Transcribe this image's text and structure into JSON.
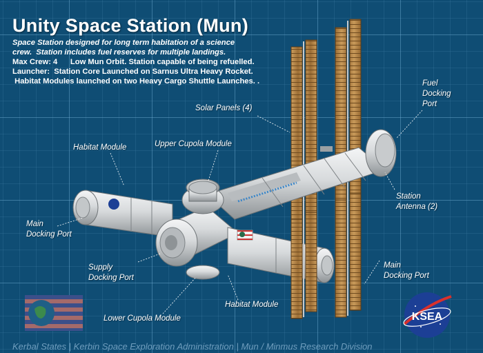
{
  "title": "Unity Space Station (Mun)",
  "description": {
    "line1": "Space Station designed for long term habitation of a science",
    "line2": "crew.  Station includes fuel reserves for multiple landings.",
    "line3": "Max Crew: 4      Low Mun Orbit. Station capable of being refuelled.",
    "line4": "Launcher:  Station Core Launched on Sarnus Ultra Heavy Rocket.",
    "line5": " Habitat Modules launched on two Heavy Cargo Shuttle Launches. ."
  },
  "labels": {
    "solar_panels": "Solar Panels (4)",
    "fuel_docking_port": [
      "Fuel",
      "Docking",
      "Port"
    ],
    "habitat_module_left": "Habitat Module",
    "upper_cupola": "Upper Cupola Module",
    "station_antenna": [
      "Station",
      "Antenna (2)"
    ],
    "main_docking_port_left": [
      "Main",
      "Docking Port"
    ],
    "supply_docking_port": [
      "Supply",
      "Docking Port"
    ],
    "main_docking_port_right": [
      "Main",
      "Docking Port"
    ],
    "habitat_module_bottom": "Habitat Module",
    "lower_cupola": "Lower Cupola Module"
  },
  "logo_text": "KSEA",
  "footer": "Kerbal States | Kerbin Space Exploration Administration | Mun / Minmus Research Division",
  "colors": {
    "background": "#0f4d74",
    "solar_panel": "#b8894a",
    "module": "#d9dcde",
    "logo_blue": "#1c3f95"
  }
}
